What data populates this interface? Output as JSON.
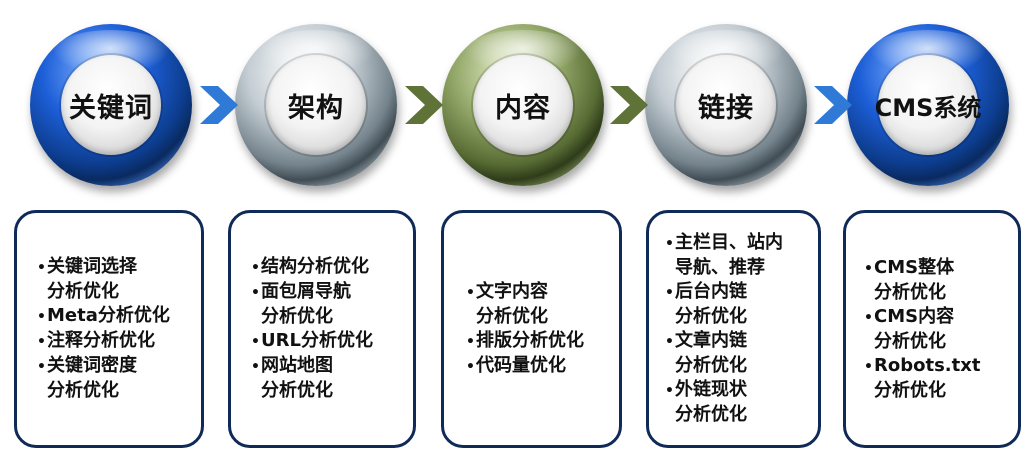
{
  "stages": [
    {
      "title": "关键词",
      "items": [
        [
          "关键词选择",
          "分析优化"
        ],
        [
          "Meta分析优化"
        ],
        [
          "注释分析优化"
        ],
        [
          "关键词密度",
          "分析优化"
        ]
      ]
    },
    {
      "title": "架构",
      "items": [
        [
          "结构分析优化"
        ],
        [
          "面包屑导航",
          "分析优化"
        ],
        [
          "URL分析优化"
        ],
        [
          "网站地图",
          "分析优化"
        ]
      ]
    },
    {
      "title": "内容",
      "items": [
        [
          "文字内容",
          "分析优化"
        ],
        [
          "排版分析优化"
        ],
        [
          "代码量优化"
        ]
      ]
    },
    {
      "title": "链接",
      "items": [
        [
          "主栏目、站内",
          "导航、推荐"
        ],
        [
          "后台内链",
          "分析优化"
        ],
        [
          "文章内链",
          "分析优化"
        ],
        [
          "外链现状",
          "分析优化"
        ]
      ]
    },
    {
      "title": "CMS系统",
      "items": [
        [
          "CMS整体",
          "分析优化"
        ],
        [
          "CMS内容",
          "分析优化"
        ],
        [
          "Robots.txt",
          "分析优化"
        ]
      ]
    }
  ],
  "bullet": "•",
  "colors": {
    "blue": "#1d5fd8",
    "gray": "#74838c",
    "olive": "#566a33",
    "arrow_blue": "#2f7ad6",
    "arrow_olive": "#5f7238",
    "box_border": "#0f2a57"
  }
}
